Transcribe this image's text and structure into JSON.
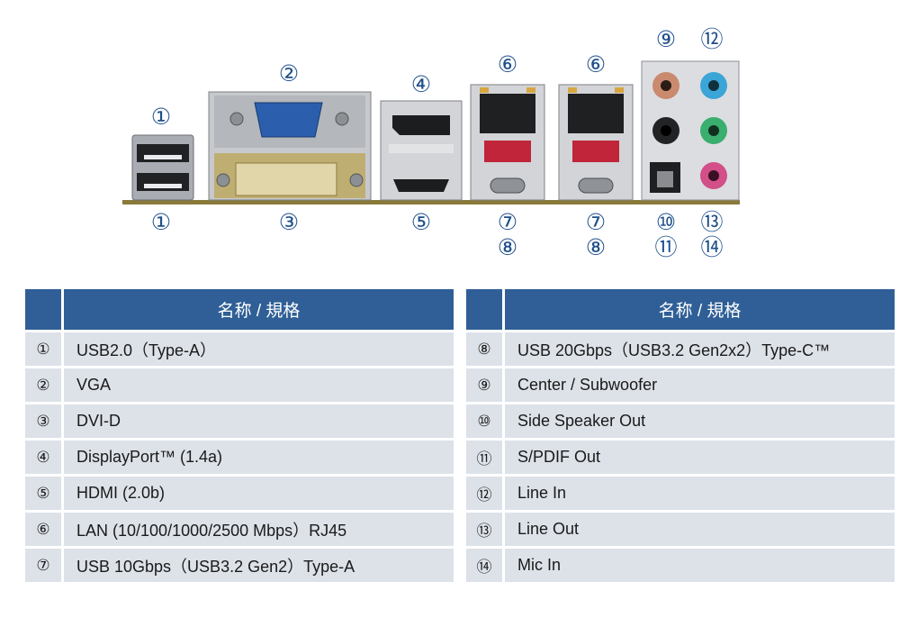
{
  "diagram": {
    "markers": [
      "①",
      "①",
      "②",
      "③",
      "④",
      "⑤",
      "⑥",
      "⑦",
      "⑧",
      "⑥",
      "⑦",
      "⑧",
      "⑨",
      "⑫",
      "⑩",
      "⑪",
      "⑬",
      "⑭"
    ]
  },
  "table_header": "名称 / 規格",
  "left_rows": [
    {
      "no": "①",
      "spec": "USB2.0（Type-A）"
    },
    {
      "no": "②",
      "spec": "VGA"
    },
    {
      "no": "③",
      "spec": "DVI-D"
    },
    {
      "no": "④",
      "spec": "DisplayPort™ (1.4a)"
    },
    {
      "no": "⑤",
      "spec": "HDMI (2.0b)"
    },
    {
      "no": "⑥",
      "spec": "LAN (10/100/1000/2500 Mbps）RJ45"
    },
    {
      "no": "⑦",
      "spec": "USB 10Gbps（USB3.2 Gen2）Type-A"
    }
  ],
  "right_rows": [
    {
      "no": "⑧",
      "spec": "USB 20Gbps（USB3.2 Gen2x2）Type-C™"
    },
    {
      "no": "⑨",
      "spec": "Center / Subwoofer"
    },
    {
      "no": "⑩",
      "spec": "Side Speaker Out"
    },
    {
      "no": "⑪",
      "spec": "S/PDIF Out"
    },
    {
      "no": "⑫",
      "spec": "Line In"
    },
    {
      "no": "⑬",
      "spec": "Line Out"
    },
    {
      "no": "⑭",
      "spec": "Mic In"
    }
  ],
  "colors": {
    "header": "#2f5f96",
    "row": "#dde2e9",
    "marker": "#1e4f8c",
    "pcb": "#8a7a3a"
  }
}
